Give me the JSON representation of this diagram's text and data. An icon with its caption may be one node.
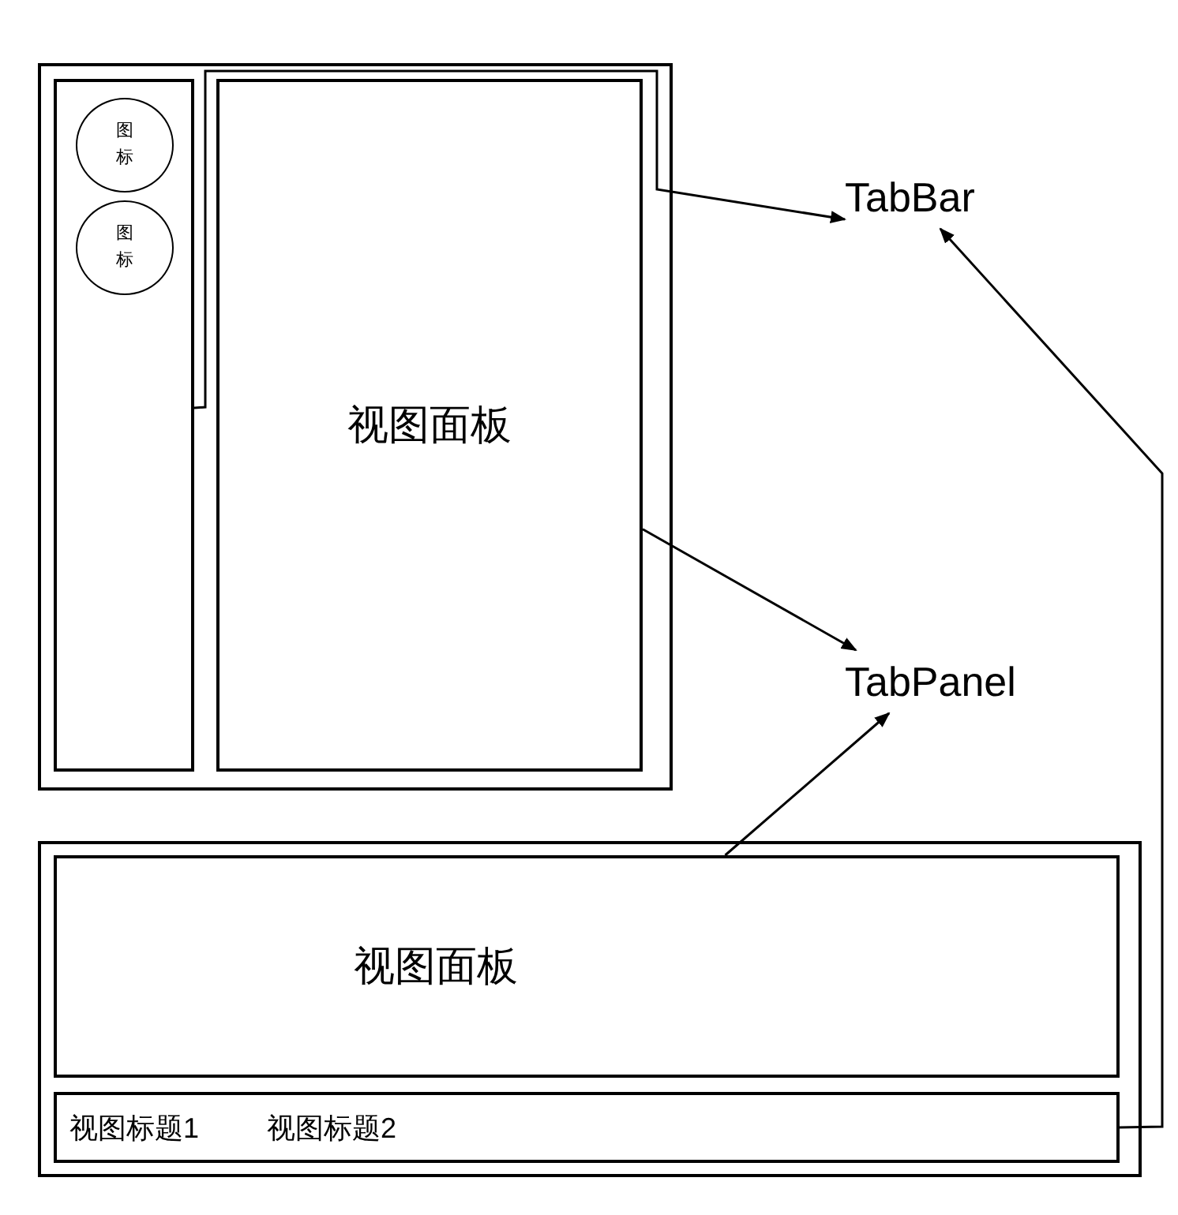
{
  "diagram": {
    "nodes": [
      {
        "text": [],
        "shape": "box"
      },
      {
        "text": [],
        "shape": "box",
        "in": 0
      },
      {
        "text": [
          "图标"
        ],
        "in": 1
      },
      {
        "text": [
          "图标"
        ],
        "in": 1
      },
      {
        "text": [
          "视图面板"
        ],
        "in": 0
      },
      {
        "text": [
          "TabBar"
        ]
      },
      {
        "text": [
          "TabPanel"
        ]
      },
      {
        "text": [],
        "shape": "box"
      },
      {
        "text": [
          "视图面板"
        ],
        "in": 7
      },
      {
        "text": [
          "视图标题1",
          "视图标题2"
        ],
        "in": 7
      }
    ],
    "edges": [
      {
        "from": 1,
        "to": 5,
        "arrow": "to"
      },
      {
        "from": 4,
        "to": 6,
        "arrow": "to"
      },
      {
        "from": 8,
        "to": 6,
        "arrow": "to"
      },
      {
        "from": 9,
        "to": 5,
        "arrow": "to"
      }
    ]
  }
}
